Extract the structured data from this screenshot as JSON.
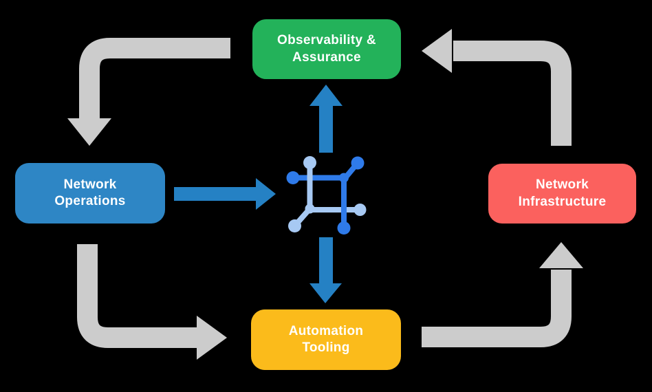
{
  "background": "#000000",
  "nodes": {
    "observability": {
      "label": "Observability &\nAssurance",
      "color": "#23B25A"
    },
    "operations": {
      "label": "Network\nOperations",
      "color": "#2E86C5"
    },
    "infrastructure": {
      "label": "Network\nInfrastructure",
      "color": "#FB615E"
    },
    "automation": {
      "label": "Automation\nTooling",
      "color": "#FBBB1B"
    }
  },
  "center_icon": {
    "name": "network-mesh-icon",
    "primary_color": "#2F7BEA",
    "secondary_color": "#A7C9F3"
  },
  "arrows": {
    "cycle_color": "#CCCCCC",
    "flow_color": "#2581C4",
    "cycle": [
      {
        "from": "Observability & Assurance",
        "to": "Network Operations"
      },
      {
        "from": "Network Operations",
        "to": "Automation Tooling"
      },
      {
        "from": "Automation Tooling",
        "to": "Network Infrastructure"
      },
      {
        "from": "Network Infrastructure",
        "to": "Observability & Assurance"
      }
    ],
    "flow": [
      {
        "from": "Network Operations",
        "to": "network-mesh-icon"
      },
      {
        "from": "network-mesh-icon",
        "to": "Observability & Assurance"
      },
      {
        "from": "network-mesh-icon",
        "to": "Automation Tooling"
      }
    ]
  }
}
